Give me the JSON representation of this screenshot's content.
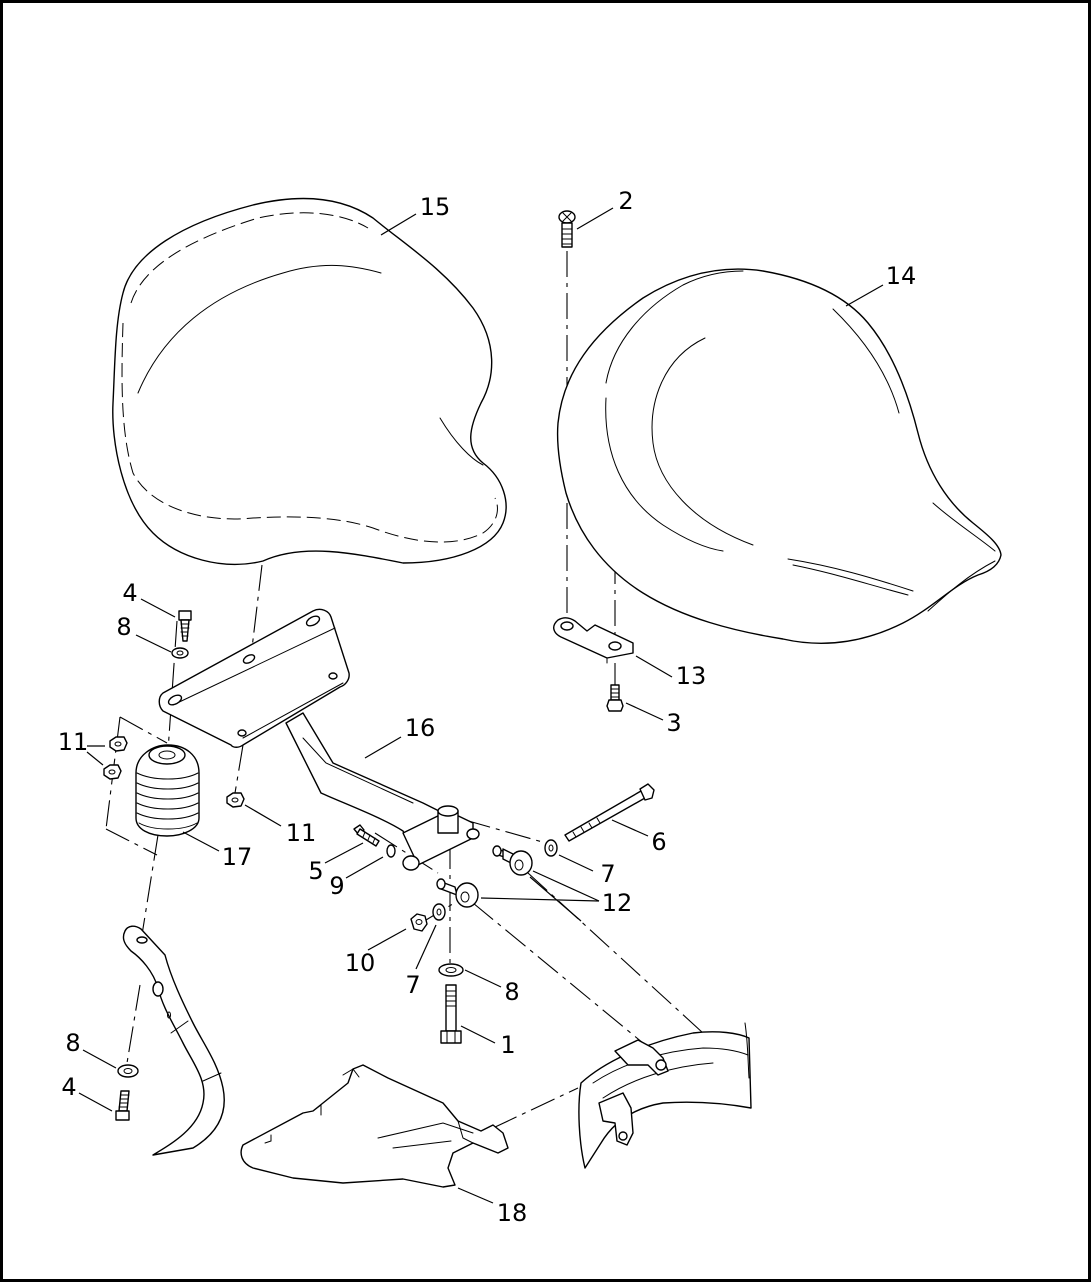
{
  "diagram": {
    "callouts": [
      {
        "key": "c15",
        "label": "15"
      },
      {
        "key": "c2",
        "label": "2"
      },
      {
        "key": "c14",
        "label": "14"
      },
      {
        "key": "c4a",
        "label": "4"
      },
      {
        "key": "c8a",
        "label": "8"
      },
      {
        "key": "c13",
        "label": "13"
      },
      {
        "key": "c3",
        "label": "3"
      },
      {
        "key": "c16",
        "label": "16"
      },
      {
        "key": "c11a",
        "label": "11"
      },
      {
        "key": "c11b",
        "label": "11"
      },
      {
        "key": "c17",
        "label": "17"
      },
      {
        "key": "c6",
        "label": "6"
      },
      {
        "key": "c5",
        "label": "5"
      },
      {
        "key": "c7a",
        "label": "7"
      },
      {
        "key": "c9",
        "label": "9"
      },
      {
        "key": "c12",
        "label": "12"
      },
      {
        "key": "c10",
        "label": "10"
      },
      {
        "key": "c7b",
        "label": "7"
      },
      {
        "key": "c8b",
        "label": "8"
      },
      {
        "key": "c1",
        "label": "1"
      },
      {
        "key": "c8c",
        "label": "8"
      },
      {
        "key": "c4b",
        "label": "4"
      },
      {
        "key": "c18",
        "label": "18"
      }
    ]
  }
}
